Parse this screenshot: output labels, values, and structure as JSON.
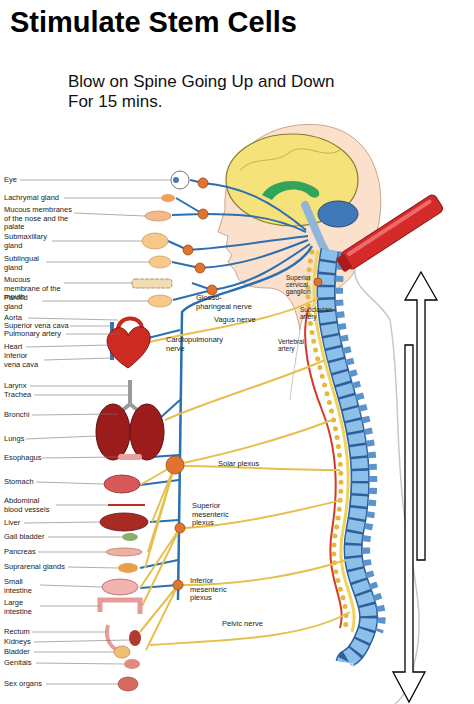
{
  "diagram": {
    "title": "Stimulate Stem Cells",
    "labels": [
      "Blow on Spine Going Up and Down For 15 mins.",
      "Eye",
      "Lachrymal gland",
      "Mucous membranes of the nose and the palate",
      "Submaxillary gland",
      "Sublingual gland",
      "Mucous membrane of the mouth",
      "Parotid gland",
      "Aorta",
      "Superior vena cava",
      "Pulmonary artery",
      "Heart",
      "Inferior vena cava",
      "Larynx",
      "Trachea",
      "Bronchi",
      "Lungs",
      "Esophagus",
      "Stomach",
      "Abdominal blood vessels",
      "Liver",
      "Gall bladder",
      "Pancreas",
      "Suprarenal glands",
      "Small intestine",
      "Large intestine",
      "Rectum",
      "Kidneys",
      "Bladder",
      "Genitals",
      "Sex organs",
      "Superior cervical ganglion",
      "Glosso-pharingeal nerve",
      "Subclavian artery",
      "Vagus nerve",
      "Cardiopulmonary nerve",
      "Vertebral artery",
      "Solar plexus",
      "Superior mesenteric plexus",
      "Inferior mesenteric plexus",
      "Pelvic nerve"
    ]
  }
}
